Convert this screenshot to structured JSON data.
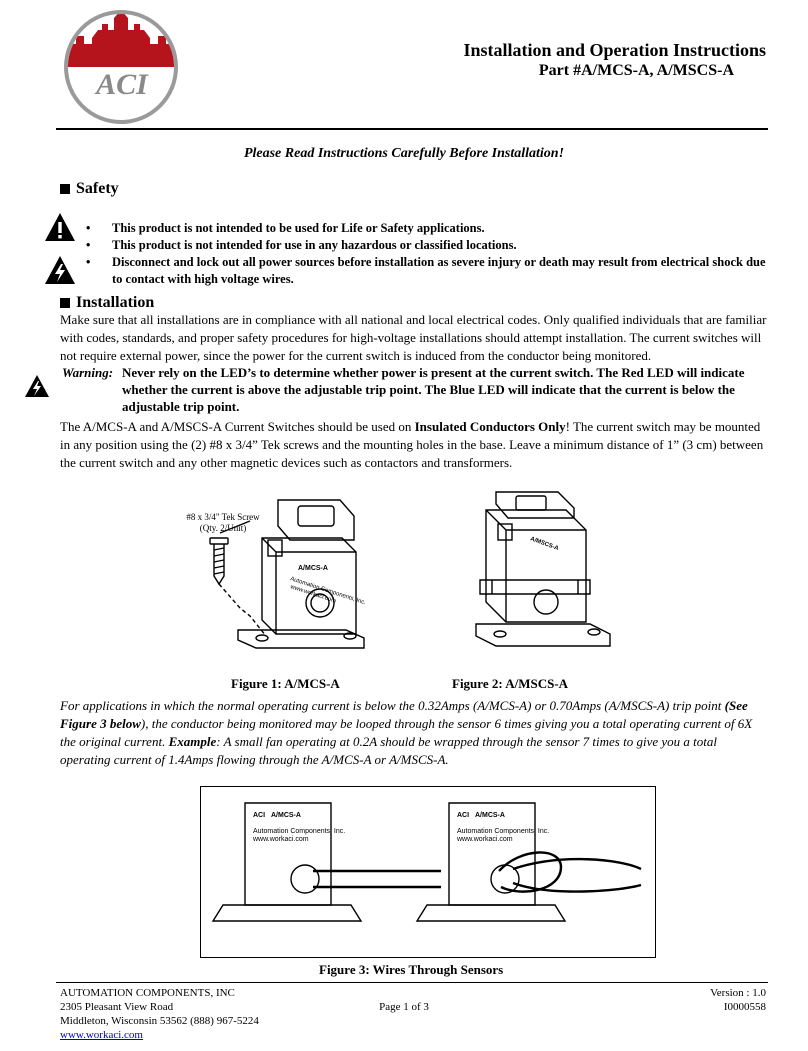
{
  "logo": {
    "text": "ACI"
  },
  "header": {
    "title": "Installation and Operation Instructions",
    "part": "Part #A/MCS-A, A/MSCS-A"
  },
  "intro": "Please Read Instructions Carefully Before Installation!",
  "safety": {
    "heading": "Safety",
    "items": [
      "This product is not intended to be used for Life or Safety applications.",
      "This product is not intended for use in any hazardous or classified locations.",
      "Disconnect and lock out all power sources before installation as severe injury or death may result from electrical shock due to contact with high voltage wires."
    ]
  },
  "installation": {
    "heading": "Installation",
    "para1": "Make sure that all installations are in compliance with all national and local electrical codes. Only qualified individuals that are familiar with codes, standards, and proper safety procedures for high-voltage installations should attempt installation.   The current switches will not require external power, since the power for the current switch is induced from the conductor being monitored.",
    "warning_label": "Warning:",
    "warning_text": "Never rely on the LED’s to determine whether power is present at the current switch.  The Red LED will indicate whether the current is above the adjustable trip point.  The Blue LED will indicate that the current is below the adjustable trip point.",
    "para2_a": "The A/MCS-A and A/MSCS-A Current Switches should be used on ",
    "para2_b": "Insulated Conductors Only",
    "para2_c": "!  The current switch may be mounted in any position using the (2) #8 x 3/4” Tek screws and the mounting holes in the base.  Leave a minimum distance of 1” (3 cm) between the current switch and any other magnetic devices such as contactors and transformers."
  },
  "figures": {
    "screw_label_1": "#8 x 3/4\" Tek Screw",
    "screw_label_2": "(Qty. 2/Unit)",
    "device_brand": "A/MCS-A",
    "device_company": "Automation Components, Inc.",
    "device_url": "www.workaci.com",
    "fig1": "Figure 1: A/MCS-A",
    "fig2": "Figure 2: A/MSCS-A",
    "fig3": "Figure 3: Wires Through Sensors"
  },
  "applications": {
    "t1": "For applications in which the normal operating current is below the 0.32Amps (A/MCS-A) or 0.70Amps (A/MSCS-A) trip point ",
    "t2": "(See Figure 3 below",
    "t3": "), the conductor being monitored may be looped through the sensor 6 times giving you a total operating current of 6X the original current.  ",
    "t4": "Example",
    "t5": ": A small fan operating at 0.2A should be wrapped through the sensor 7 times to give you a total operating current of 1.4Amps flowing through the A/MCS-A or A/MSCS-A."
  },
  "footer": {
    "company": "AUTOMATION COMPONENTS, INC",
    "address": "2305 Pleasant View Road",
    "city": "Middleton, Wisconsin 53562  (888) 967-5224",
    "web": "www.workaci.com",
    "page": "Page 1 of 3",
    "version": "Version : 1.0",
    "doc": "I0000558"
  }
}
